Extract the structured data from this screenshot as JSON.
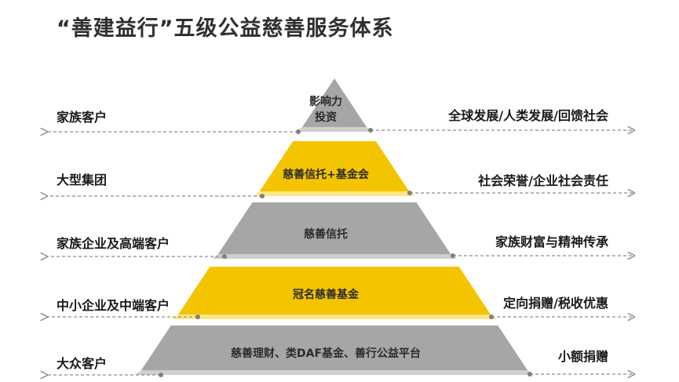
{
  "title": "“善建益行”五级公益慈善服务体系",
  "colors": {
    "gray": "#a6a6a6",
    "gray_light": "#cfcfcf",
    "yellow": "#f5c400",
    "yellow_light": "#fde68a",
    "text_dark": "#1a1a1a",
    "text_on_gray": "#2b2b2b",
    "dash": "#8c8c8c",
    "dot": "#808080"
  },
  "tiers": [
    {
      "label_line1": "影响力",
      "label_line2": "投资",
      "left": "家族客户",
      "right": "全球发展/人类发展/回馈社会",
      "style": "gray"
    },
    {
      "label_line1": "慈善信托+基金会",
      "label_line2": "",
      "left": "大型集团",
      "right": "社会荣誉/企业社会责任",
      "style": "yellow"
    },
    {
      "label_line1": "慈善信托",
      "label_line2": "",
      "left": "家族企业及高端客户",
      "right": "家族财富与精神传承",
      "style": "gray"
    },
    {
      "label_line1": "冠名慈善基金",
      "label_line2": "",
      "left": "中小企业及中端客户",
      "right": "定向捐赠/税收优惠",
      "style": "yellow"
    },
    {
      "label_line1": "慈善理财、类DAF基金、善行公益平台",
      "label_line2": "",
      "left": "大众客户",
      "right": "小额捐赠",
      "style": "gray"
    }
  ]
}
